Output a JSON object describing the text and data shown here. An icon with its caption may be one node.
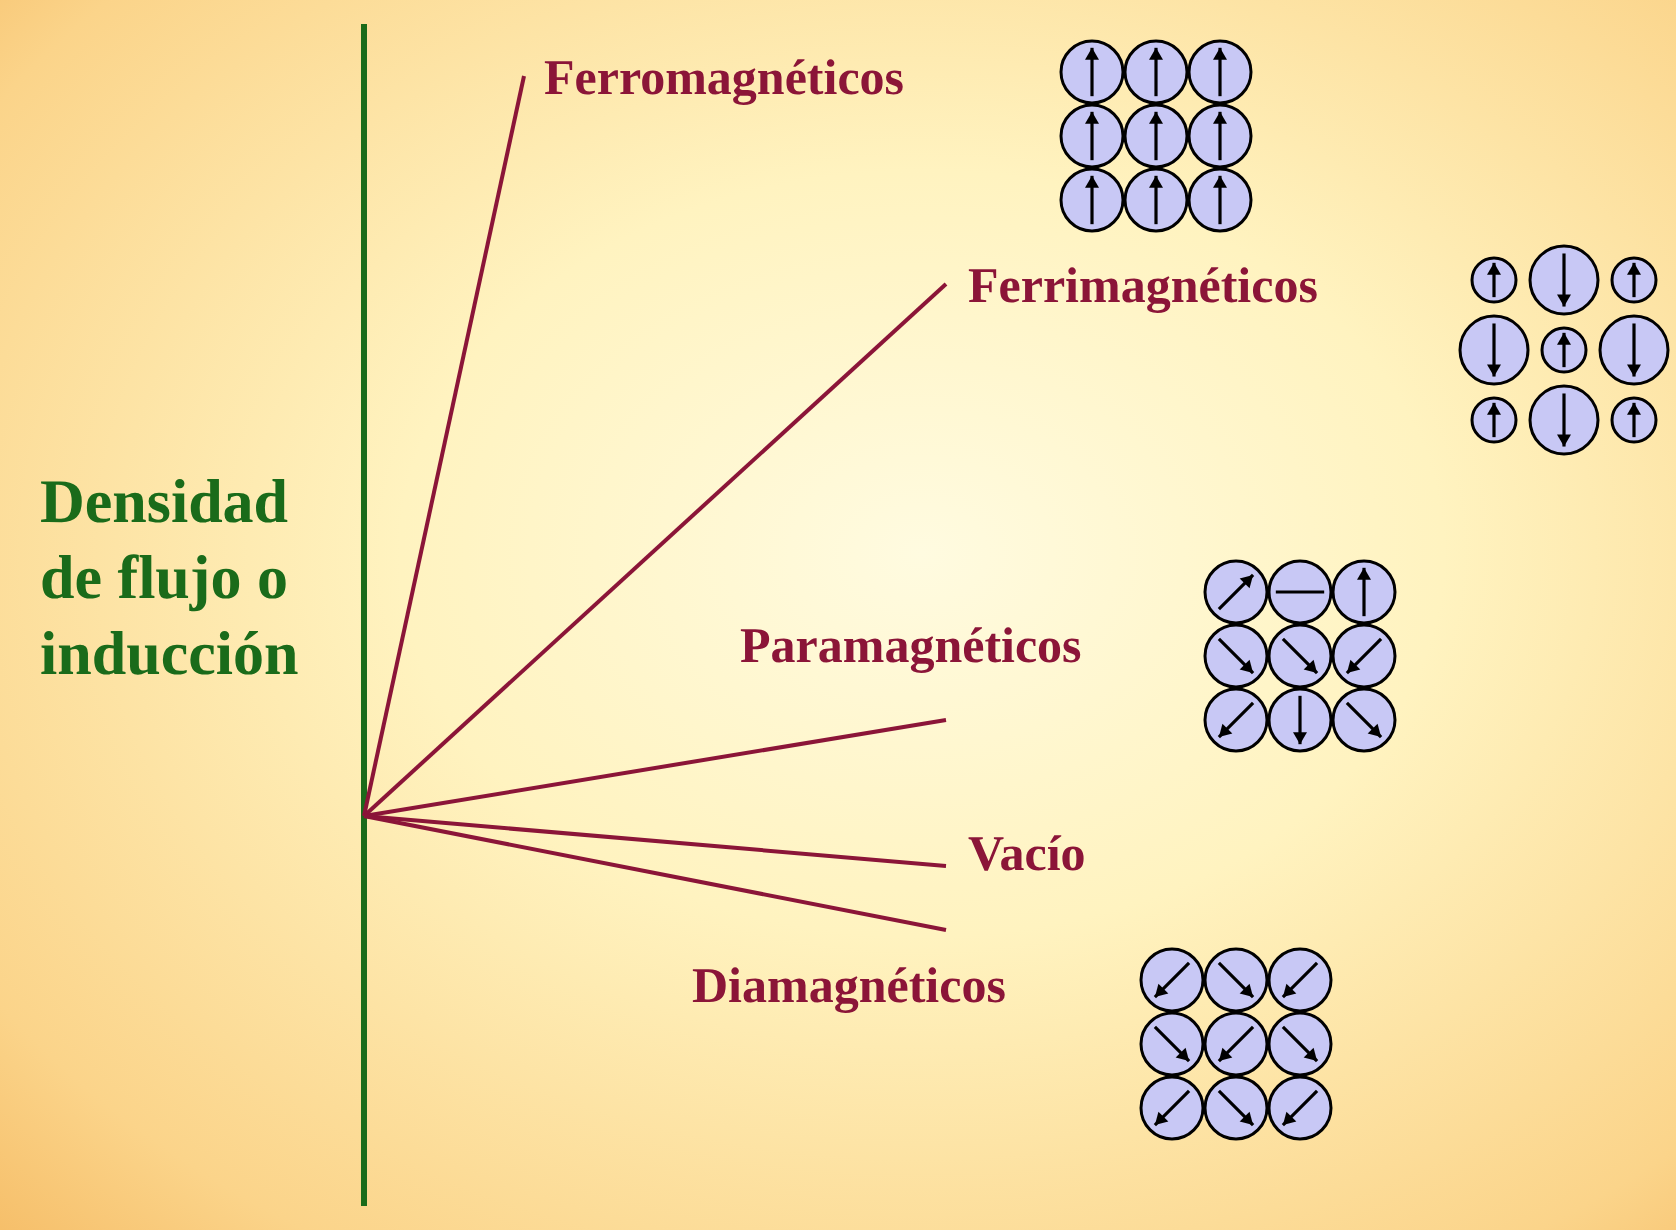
{
  "diagram": {
    "labels": [
      "Ferromagnéticos",
      "Ferrimagnéticos",
      "Densidad de flujo o inducción",
      "Paramagnéticos",
      "Vacío",
      "Diamagnéticos"
    ]
  }
}
